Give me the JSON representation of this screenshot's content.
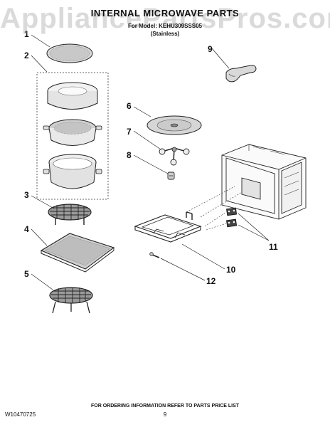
{
  "header": {
    "watermark": "AppliancePartsPros.com",
    "title": "INTERNAL MICROWAVE PARTS",
    "model_line": "For Model: KEHU309SSS05",
    "finish": "(Stainless)"
  },
  "callouts": [
    "1",
    "2",
    "3",
    "4",
    "5",
    "6",
    "7",
    "8",
    "9",
    "10",
    "11",
    "12"
  ],
  "footer": {
    "ordering_note": "FOR ORDERING INFORMATION REFER TO PARTS PRICE LIST",
    "doc_number": "W10470725",
    "page_number": "9"
  }
}
